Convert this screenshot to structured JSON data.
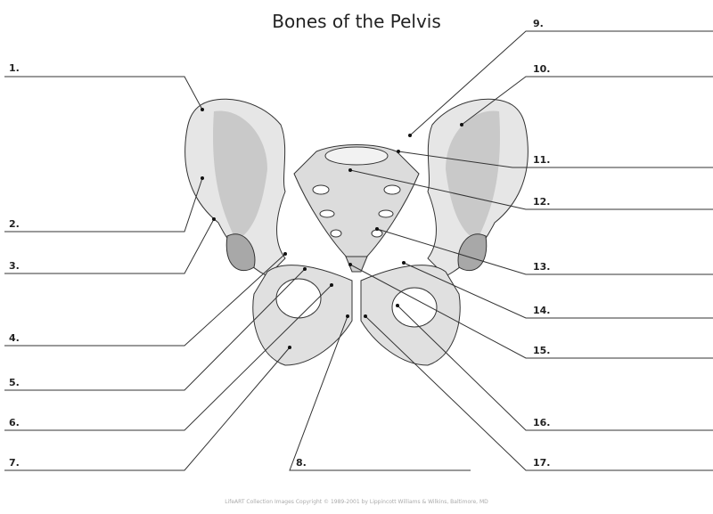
{
  "title": "Bones of the Pelvis",
  "footer": "LifeART Collection Images Copyright © 1989-2001 by Lippincott Williams & Wilkins, Baltimore, MD",
  "labels": [
    "1.",
    "2.",
    "3.",
    "4.",
    "5.",
    "6.",
    "7.",
    "8.",
    "9.",
    "10.",
    "11.",
    "12.",
    "13.",
    "14.",
    "15.",
    "16.",
    "17."
  ],
  "colors": {
    "line": "#333333",
    "bone_light": "#eeeeee",
    "bone_mid": "#cfcfcf",
    "bone_dark": "#a8a8a8"
  }
}
